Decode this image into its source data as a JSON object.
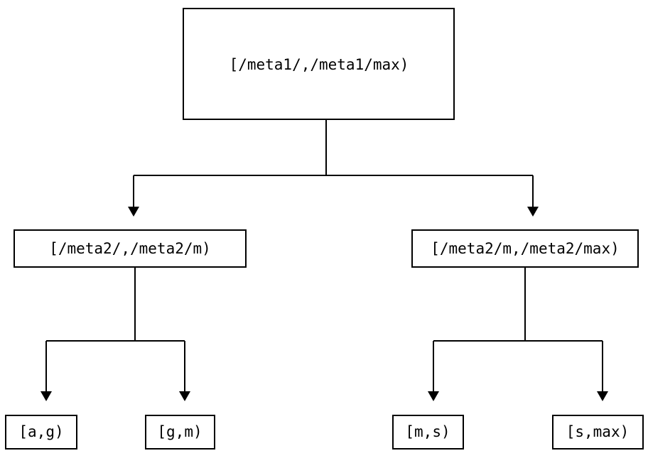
{
  "diagram": {
    "type": "tree",
    "orientation": "top-down",
    "background_color": "#ffffff",
    "stroke_color": "#000000",
    "fill_color": "#ffffff",
    "nodes": {
      "root": {
        "label": "[/meta1/,/meta1/max)",
        "level": 0
      },
      "mid_left": {
        "label": "[/meta2/,/meta2/m)",
        "level": 1
      },
      "mid_right": {
        "label": "[/meta2/m,/meta2/max)",
        "level": 1
      },
      "leaf_1": {
        "label": "[a,g)",
        "level": 2
      },
      "leaf_2": {
        "label": "[g,m)",
        "level": 2
      },
      "leaf_3": {
        "label": "[m,s)",
        "level": 2
      },
      "leaf_4": {
        "label": "[s,max)",
        "level": 2
      }
    },
    "edges": [
      {
        "from": "root",
        "to": "mid_left",
        "arrow": "down"
      },
      {
        "from": "root",
        "to": "mid_right",
        "arrow": "down"
      },
      {
        "from": "mid_left",
        "to": "leaf_1",
        "arrow": "down"
      },
      {
        "from": "mid_left",
        "to": "leaf_2",
        "arrow": "down"
      },
      {
        "from": "mid_right",
        "to": "leaf_3",
        "arrow": "down"
      },
      {
        "from": "mid_right",
        "to": "leaf_4",
        "arrow": "down"
      }
    ]
  }
}
